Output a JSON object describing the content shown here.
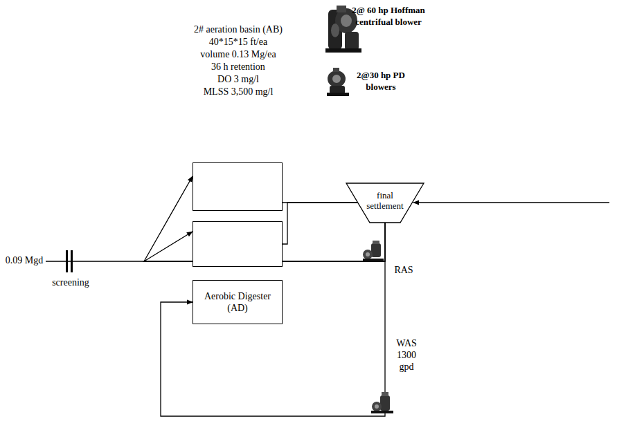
{
  "diagram": {
    "nodes": [
      {
        "text": [
          "2# aeration basin (AB)",
          "40*15*15 ft/ea",
          "volume 0.13 Mg/ea",
          "36 h retention",
          "DO 3 mg/l",
          "MLSS 3,500 mg/l"
        ]
      },
      {
        "text": []
      },
      {
        "text": [
          "final settlement"
        ]
      },
      {
        "text": [
          "Aerobic Digester (AD)"
        ]
      }
    ],
    "edges": [
      {
        "from": 0,
        "to": 2,
        "arrow": "none"
      },
      {
        "from": 1,
        "to": 2,
        "arrow": "none"
      },
      {
        "from": 2,
        "to": 0,
        "arrow": "to"
      },
      {
        "from": 2,
        "to": 1,
        "arrow": "to"
      },
      {
        "from": 2,
        "to": 3,
        "arrow": "to"
      }
    ],
    "labels": [
      "2@ 60 hp Hoffman centrifual blower",
      "2@30 hp PD blowers",
      "0.09 Mgd",
      "screening",
      "RAS",
      "WAS 1300 gpd"
    ]
  }
}
